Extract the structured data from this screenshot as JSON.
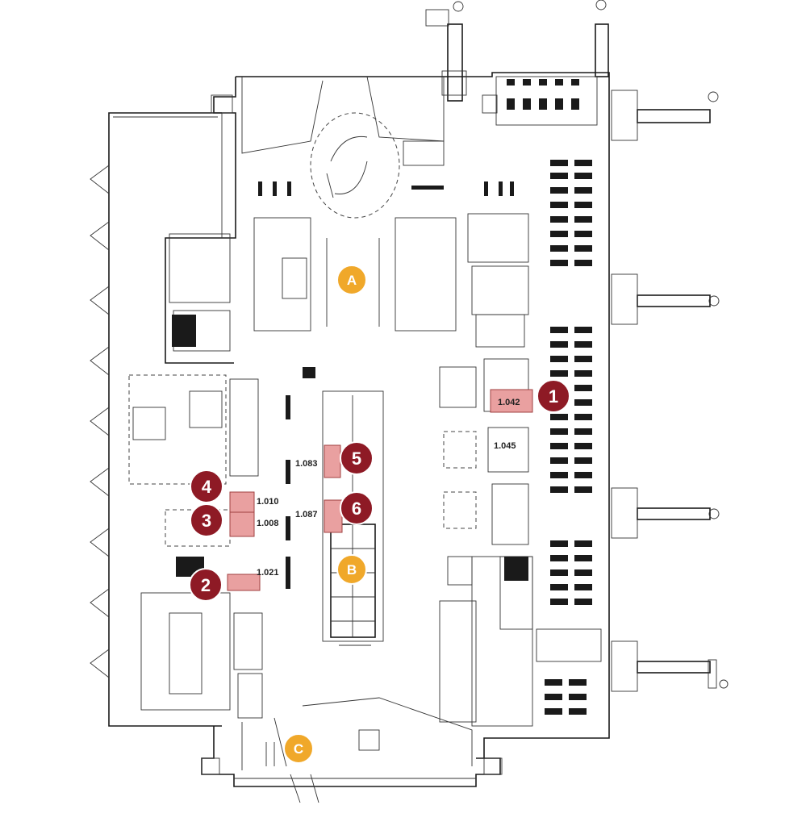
{
  "colors": {
    "room_marker": "#8e1a25",
    "zone_marker": "#f0a82a",
    "highlight_room": "#e9a0a0",
    "wall": "#1a1a1a"
  },
  "room_markers": [
    {
      "id": "1",
      "label": "1"
    },
    {
      "id": "2",
      "label": "2"
    },
    {
      "id": "3",
      "label": "3"
    },
    {
      "id": "4",
      "label": "4"
    },
    {
      "id": "5",
      "label": "5"
    },
    {
      "id": "6",
      "label": "6"
    }
  ],
  "zone_markers": [
    {
      "id": "A",
      "label": "A"
    },
    {
      "id": "B",
      "label": "B"
    },
    {
      "id": "C",
      "label": "C"
    }
  ],
  "room_labels": [
    {
      "id": "r1042",
      "text": "1.042"
    },
    {
      "id": "r1045",
      "text": "1.045"
    },
    {
      "id": "r1083",
      "text": "1.083"
    },
    {
      "id": "r1087",
      "text": "1.087"
    },
    {
      "id": "r1010",
      "text": "1.010"
    },
    {
      "id": "r1008",
      "text": "1.008"
    },
    {
      "id": "r1021",
      "text": "1.021"
    }
  ]
}
